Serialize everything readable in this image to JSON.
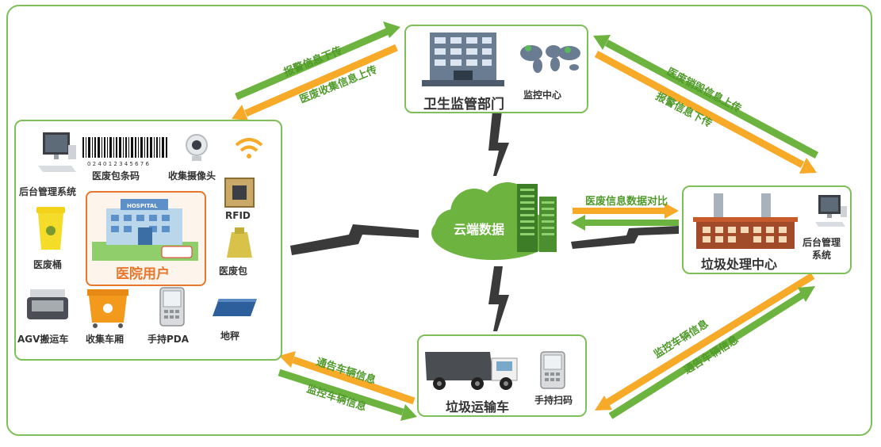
{
  "colors": {
    "green": "#6db33f",
    "orange": "#f7a928",
    "frame": "#7fbf5a",
    "arrow_text_green": "#4f9a2a",
    "arrow_text_orange": "#d9851c",
    "lightning": "#3a3a3a"
  },
  "health_dept": {
    "title": "卫生监管部门",
    "sub_label": "监控中心",
    "building_icon": "office-building-icon",
    "map_icon": "world-map-icon"
  },
  "hospital": {
    "items": [
      {
        "name": "后台管理系统",
        "icon": "computer-icon"
      },
      {
        "name": "医废包条码",
        "icon": "barcode-icon",
        "barcode_digits": "0 2 4 0 1 2 3 4 5 6 7 6"
      },
      {
        "name": "收集摄像头",
        "icon": "camera-icon"
      },
      {
        "name": "RFID",
        "icon": "rfid-chip-icon"
      },
      {
        "name": "医废桶",
        "icon": "waste-bin-icon"
      },
      {
        "name": "医废包",
        "icon": "waste-bag-icon"
      },
      {
        "name": "AGV搬运车",
        "icon": "agv-robot-icon"
      },
      {
        "name": "收集车厢",
        "icon": "collection-bin-icon"
      },
      {
        "name": "手持PDA",
        "icon": "pda-icon"
      },
      {
        "name": "地秤",
        "icon": "floor-scale-icon"
      }
    ],
    "user_label": "医院用户",
    "hospital_sign": "HOSPITAL"
  },
  "cloud": {
    "label": "云端数据"
  },
  "treatment_center": {
    "title": "垃圾处理中心",
    "sub_label": "后台管理\n系统"
  },
  "truck": {
    "title": "垃圾运输车",
    "sub_label": "手持扫码"
  },
  "arrows": {
    "top_left_green": "报警信息下传",
    "top_left_orange": "医废收集信息上传",
    "top_right_green": "医废销毁信息上传",
    "top_right_orange": "报警信息下传",
    "middle_right": "医废信息数据对比",
    "bottom_left_orange": "通告车辆信息",
    "bottom_left_green": "监控车辆信息",
    "bottom_right_orange": "监控车辆信息",
    "bottom_right_green": "通告车辆信息"
  }
}
